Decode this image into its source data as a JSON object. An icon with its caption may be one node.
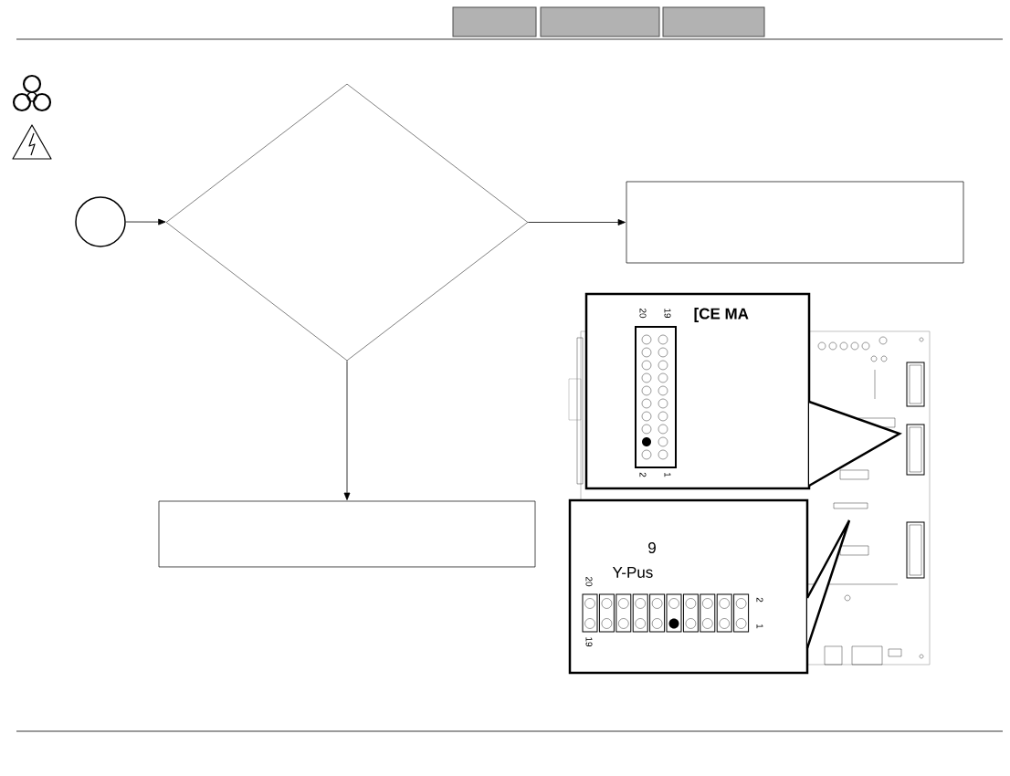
{
  "diagram": {
    "nodes": [
      {
        "text": [],
        "shape": "circle"
      },
      {
        "text": [],
        "shape": "diamond"
      },
      {
        "text": [],
        "shape": "box"
      },
      {
        "text": [],
        "shape": "box"
      },
      {
        "text": [
          "[CE MA"
        ]
      },
      {
        "text": [
          "9",
          "Y-Pus"
        ]
      }
    ],
    "edges": [
      {
        "from": 0,
        "to": 1,
        "arrow": "to"
      },
      {
        "from": 1,
        "to": 2,
        "arrow": "to"
      },
      {
        "from": 1,
        "to": 3,
        "arrow": "to"
      }
    ],
    "labels": [
      "20",
      "19",
      "2",
      "1",
      "20",
      "2",
      "1",
      "19"
    ]
  }
}
